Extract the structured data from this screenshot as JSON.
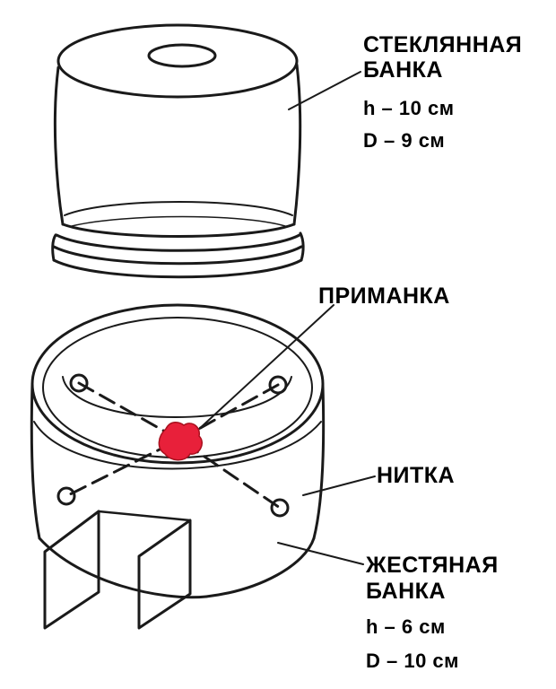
{
  "glass_jar": {
    "title_line1": "СТЕКЛЯННАЯ",
    "title_line2": "БАНКА",
    "height": "h – 10 см",
    "diameter": "D – 9 см"
  },
  "bait": {
    "label": "ПРИМАНКА"
  },
  "thread": {
    "label": "НИТКА"
  },
  "tin_can": {
    "title_line1": "ЖЕСТЯНАЯ",
    "title_line2": "БАНКА",
    "height": "h – 6 см",
    "diameter": "D – 10 см"
  },
  "colors": {
    "line": "#1a1a1a",
    "bait": "#e8203a"
  }
}
